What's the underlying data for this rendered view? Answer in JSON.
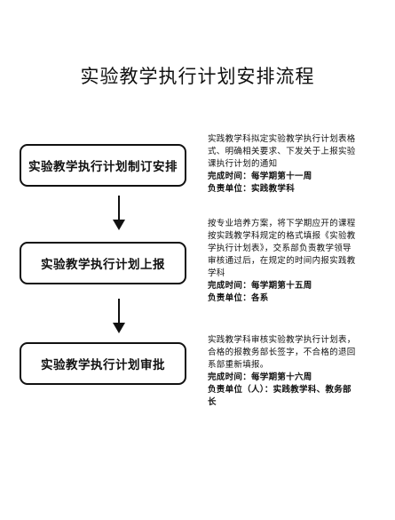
{
  "title": "实验教学执行计划安排流程",
  "steps": [
    {
      "label": "实验教学执行计划制订安排",
      "description": "实践教学科拟定实验教学执行计划表格式、明确相关要求、下发关于上报实验课执行计划的通知",
      "time": "完成时间：每学期第十一周",
      "owner": "负责单位：实践教学科"
    },
    {
      "label": "实验教学执行计划上报",
      "description": "按专业培养方案，将下学期应开的课程按实践教学科规定的格式填报《实验教学执行计划表》，交系部负责教学领导审核通过后，在规定的时间内报实践教学科",
      "time": "完成时间：每学期第十五周",
      "owner": "负责单位：各系"
    },
    {
      "label": "实验教学执行计划审批",
      "description": "实践教学科审核实验教学执行计划表，合格的报教务部长签字，不合格的退回系部重新填报。",
      "time": "完成时间：每学期第十六周",
      "owner": "负责单位（人）：实践教学科、教务部长"
    }
  ]
}
